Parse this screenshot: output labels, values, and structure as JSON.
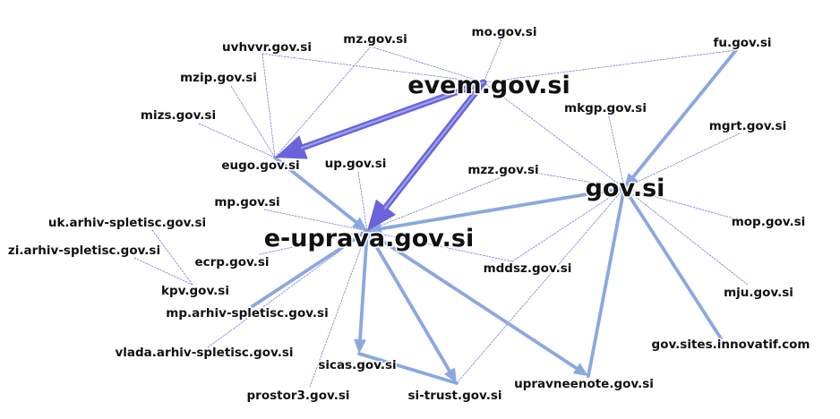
{
  "colors": {
    "thin_edge": "#5f6bd6",
    "medium_edge": "#8aa8e0",
    "strong_edge": "#6a63dc",
    "strong_edge_light": "#9aa4ea",
    "label": "#111111"
  },
  "nodes": [
    {
      "id": "evem",
      "label": "evem.gov.si",
      "size": "large"
    },
    {
      "id": "eupr",
      "label": "e-uprava.gov.si",
      "size": "large"
    },
    {
      "id": "gov",
      "label": "gov.si",
      "size": "large"
    },
    {
      "id": "eugo",
      "label": "eugo.gov.si",
      "size": "small"
    },
    {
      "id": "uvhvvr",
      "label": "uvhvvr.gov.si",
      "size": "small"
    },
    {
      "id": "mz",
      "label": "mz.gov.si",
      "size": "small"
    },
    {
      "id": "mo",
      "label": "mo.gov.si",
      "size": "small"
    },
    {
      "id": "fu",
      "label": "fu.gov.si",
      "size": "small"
    },
    {
      "id": "mzip",
      "label": "mzip.gov.si",
      "size": "small"
    },
    {
      "id": "mizs",
      "label": "mizs.gov.si",
      "size": "small"
    },
    {
      "id": "mkgp",
      "label": "mkgp.gov.si",
      "size": "small"
    },
    {
      "id": "mgrt",
      "label": "mgrt.gov.si",
      "size": "small"
    },
    {
      "id": "up",
      "label": "up.gov.si",
      "size": "small"
    },
    {
      "id": "mzz",
      "label": "mzz.gov.si",
      "size": "small"
    },
    {
      "id": "mp",
      "label": "mp.gov.si",
      "size": "small"
    },
    {
      "id": "uk",
      "label": "uk.arhiv-spletisc.gov.si",
      "size": "small"
    },
    {
      "id": "zi",
      "label": "zi.arhiv-spletisc.gov.si",
      "size": "small"
    },
    {
      "id": "ecrp",
      "label": "ecrp.gov.si",
      "size": "small"
    },
    {
      "id": "mop",
      "label": "mop.gov.si",
      "size": "small"
    },
    {
      "id": "mddsz",
      "label": "mddsz.gov.si",
      "size": "small"
    },
    {
      "id": "kpv",
      "label": "kpv.gov.si",
      "size": "small"
    },
    {
      "id": "mparh",
      "label": "mp.arhiv-spletisc.gov.si",
      "size": "small"
    },
    {
      "id": "mju",
      "label": "mju.gov.si",
      "size": "small"
    },
    {
      "id": "vlada",
      "label": "vlada.arhiv-spletisc.gov.si",
      "size": "small"
    },
    {
      "id": "gsi",
      "label": "gov.sites.innovatif.com",
      "size": "small"
    },
    {
      "id": "sicas",
      "label": "sicas.gov.si",
      "size": "small"
    },
    {
      "id": "prostor",
      "label": "prostor3.gov.si",
      "size": "small"
    },
    {
      "id": "sitrust",
      "label": "si-trust.gov.si",
      "size": "small"
    },
    {
      "id": "upravne",
      "label": "upravneenote.gov.si",
      "size": "small"
    }
  ],
  "edges": [
    {
      "from": "evem",
      "to": "eupr",
      "weight": "strong",
      "arrow": true
    },
    {
      "from": "evem",
      "to": "eugo",
      "weight": "strong",
      "arrow": true
    },
    {
      "from": "eugo",
      "to": "eupr",
      "weight": "medium",
      "arrow": true
    },
    {
      "from": "gov",
      "to": "eupr",
      "weight": "medium",
      "arrow": true
    },
    {
      "from": "fu",
      "to": "gov",
      "weight": "medium",
      "arrow": true
    },
    {
      "from": "eupr",
      "to": "sicas",
      "weight": "medium",
      "arrow": true
    },
    {
      "from": "eupr",
      "to": "sitrust",
      "weight": "medium",
      "arrow": true
    },
    {
      "from": "eupr",
      "to": "upravne",
      "weight": "medium",
      "arrow": true
    },
    {
      "from": "sicas",
      "to": "sitrust",
      "weight": "medium",
      "arrow": false
    },
    {
      "from": "gov",
      "to": "upravne",
      "weight": "medium",
      "arrow": false
    },
    {
      "from": "gov",
      "to": "gsi",
      "weight": "medium",
      "arrow": false
    },
    {
      "from": "eupr",
      "to": "mparh",
      "weight": "medium",
      "arrow": false
    },
    {
      "from": "uvhvvr",
      "to": "evem",
      "weight": "thin",
      "arrow": false
    },
    {
      "from": "mz",
      "to": "evem",
      "weight": "thin",
      "arrow": false
    },
    {
      "from": "mo",
      "to": "evem",
      "weight": "thin",
      "arrow": false
    },
    {
      "from": "fu",
      "to": "evem",
      "weight": "thin",
      "arrow": false
    },
    {
      "from": "evem",
      "to": "gov",
      "weight": "thin",
      "arrow": false
    },
    {
      "from": "mz",
      "to": "eugo",
      "weight": "thin",
      "arrow": false
    },
    {
      "from": "mzip",
      "to": "eugo",
      "weight": "thin",
      "arrow": false
    },
    {
      "from": "mizs",
      "to": "eugo",
      "weight": "thin",
      "arrow": false
    },
    {
      "from": "uvhvvr",
      "to": "eugo",
      "weight": "thin",
      "arrow": false
    },
    {
      "from": "mkgp",
      "to": "gov",
      "weight": "thin",
      "arrow": false
    },
    {
      "from": "mgrt",
      "to": "gov",
      "weight": "thin",
      "arrow": false
    },
    {
      "from": "mzz",
      "to": "gov",
      "weight": "thin",
      "arrow": false
    },
    {
      "from": "mop",
      "to": "gov",
      "weight": "thin",
      "arrow": false
    },
    {
      "from": "mju",
      "to": "gov",
      "weight": "thin",
      "arrow": false
    },
    {
      "from": "mddsz",
      "to": "gov",
      "weight": "thin",
      "arrow": false
    },
    {
      "from": "sitrust",
      "to": "gov",
      "weight": "thin",
      "arrow": false
    },
    {
      "from": "up",
      "to": "eupr",
      "weight": "thin",
      "arrow": false
    },
    {
      "from": "mzz",
      "to": "eupr",
      "weight": "thin",
      "arrow": false
    },
    {
      "from": "mp",
      "to": "eupr",
      "weight": "thin",
      "arrow": false
    },
    {
      "from": "ecrp",
      "to": "eupr",
      "weight": "thin",
      "arrow": false
    },
    {
      "from": "mddsz",
      "to": "eupr",
      "weight": "thin",
      "arrow": false
    },
    {
      "from": "prostor",
      "to": "eupr",
      "weight": "thin",
      "arrow": false
    },
    {
      "from": "vlada",
      "to": "eupr",
      "weight": "thin",
      "arrow": false
    },
    {
      "from": "uk",
      "to": "kpv",
      "weight": "thin",
      "arrow": false
    },
    {
      "from": "zi",
      "to": "kpv",
      "weight": "thin",
      "arrow": false
    }
  ]
}
